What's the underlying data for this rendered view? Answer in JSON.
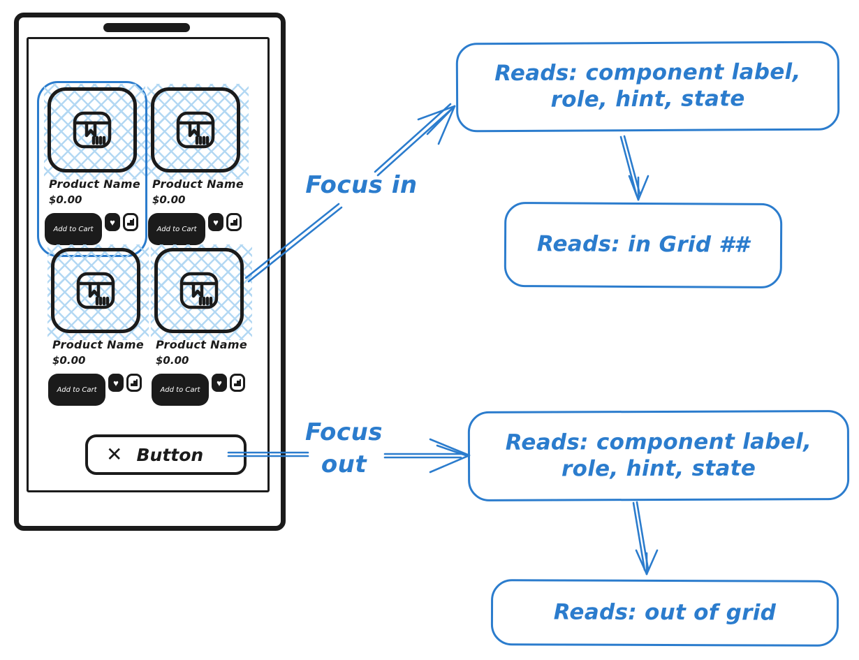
{
  "colors": {
    "ink": "#1b1b1b",
    "blue": "#2b7ccd",
    "hatch": "#abd4f2"
  },
  "phone": {
    "products": [
      {
        "name": "Product Name",
        "price": "$0.00",
        "add_to_cart": "Add to Cart"
      },
      {
        "name": "Product Name",
        "price": "$0.00",
        "add_to_cart": "Add to Cart"
      },
      {
        "name": "Product Name",
        "price": "$0.00",
        "add_to_cart": "Add to Cart"
      },
      {
        "name": "Product Name",
        "price": "$0.00",
        "add_to_cart": "Add to Cart"
      }
    ],
    "icons": {
      "heart": "♥",
      "close": "✕"
    },
    "button_label": "Button"
  },
  "flow": {
    "focus_in_label": "Focus in",
    "focus_out_line1": "Focus",
    "focus_out_line2": "out",
    "box_top": {
      "line1": "Reads: component label,",
      "line2": "role, hint, state"
    },
    "box_in_grid": "Reads: in Grid ##",
    "box_bottom": {
      "line1": "Reads: component label,",
      "line2": "role, hint, state"
    },
    "box_out_grid": "Reads: out of grid"
  }
}
